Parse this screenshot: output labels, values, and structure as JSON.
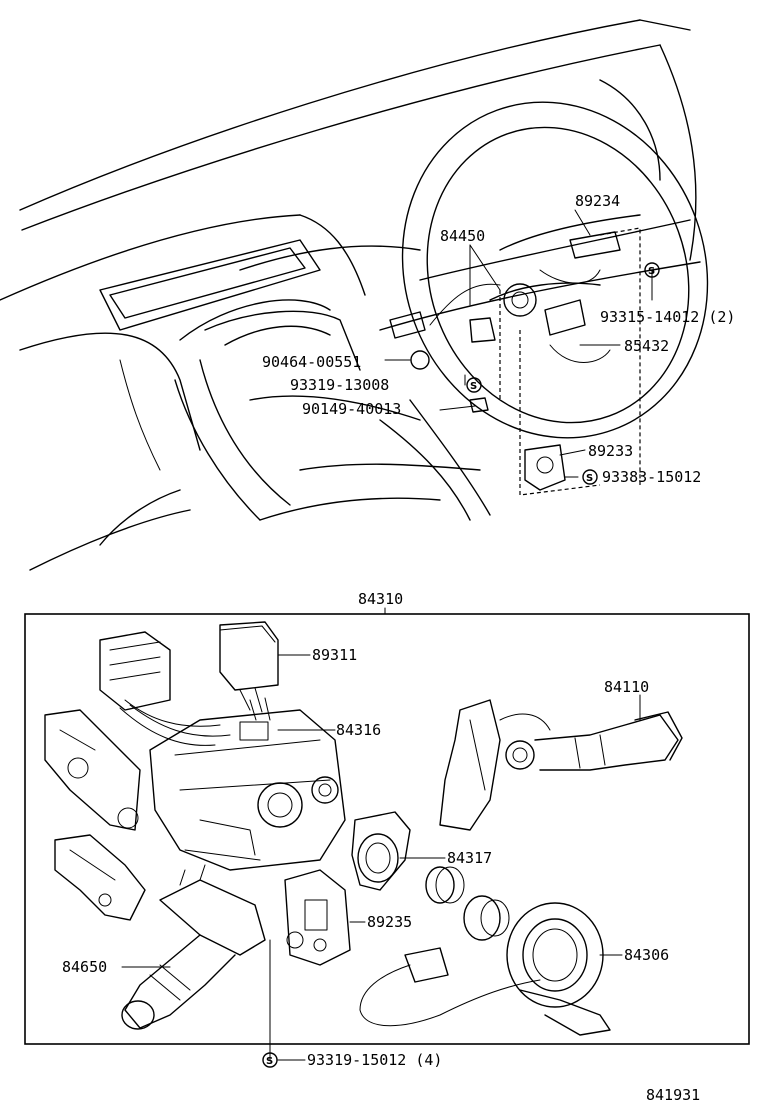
{
  "parts": {
    "p89234": "89234",
    "p84450": "84450",
    "p93315": "93315-14012 (2)",
    "p85432": "85432",
    "p90464": "90464-00551",
    "p93319a": "93319-13008",
    "p90149": "90149-40013",
    "p89233": "89233",
    "p93383": "93383-15012",
    "p84310": "84310",
    "p89311": "89311",
    "p84316": "84316",
    "p84110": "84110",
    "p84317": "84317",
    "p89235": "89235",
    "p84650": "84650",
    "p84306": "84306",
    "p93319b": "93319-15012 (4)"
  },
  "symbols": {
    "screw_mark": "S"
  },
  "diagram_id": "841931"
}
